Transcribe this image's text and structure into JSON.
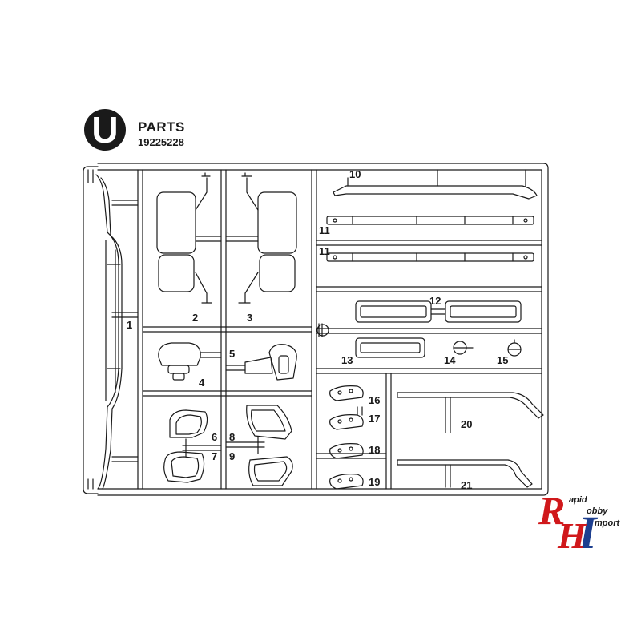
{
  "header": {
    "letter": "U",
    "title": "PARTS",
    "code": "19225228"
  },
  "part_numbers": {
    "p1": "1",
    "p2": "2",
    "p3": "3",
    "p4": "4",
    "p5": "5",
    "p6": "6",
    "p7": "7",
    "p8": "8",
    "p9": "9",
    "p10": "10",
    "p11a": "11",
    "p11b": "11",
    "p12": "12",
    "p13": "13",
    "p14": "14",
    "p15": "15",
    "p16": "16",
    "p17": "17",
    "p18": "18",
    "p19": "19",
    "p20": "20",
    "p21": "21"
  },
  "logo": {
    "letter_r": "R",
    "letter_h": "H",
    "letter_i": "I",
    "word_rapid": "apid",
    "word_hobby": "obby",
    "word_import": "mport"
  },
  "colors": {
    "line": "#1a1a1a",
    "logo_red": "#d0181b",
    "logo_blue": "#1d3f8f"
  }
}
